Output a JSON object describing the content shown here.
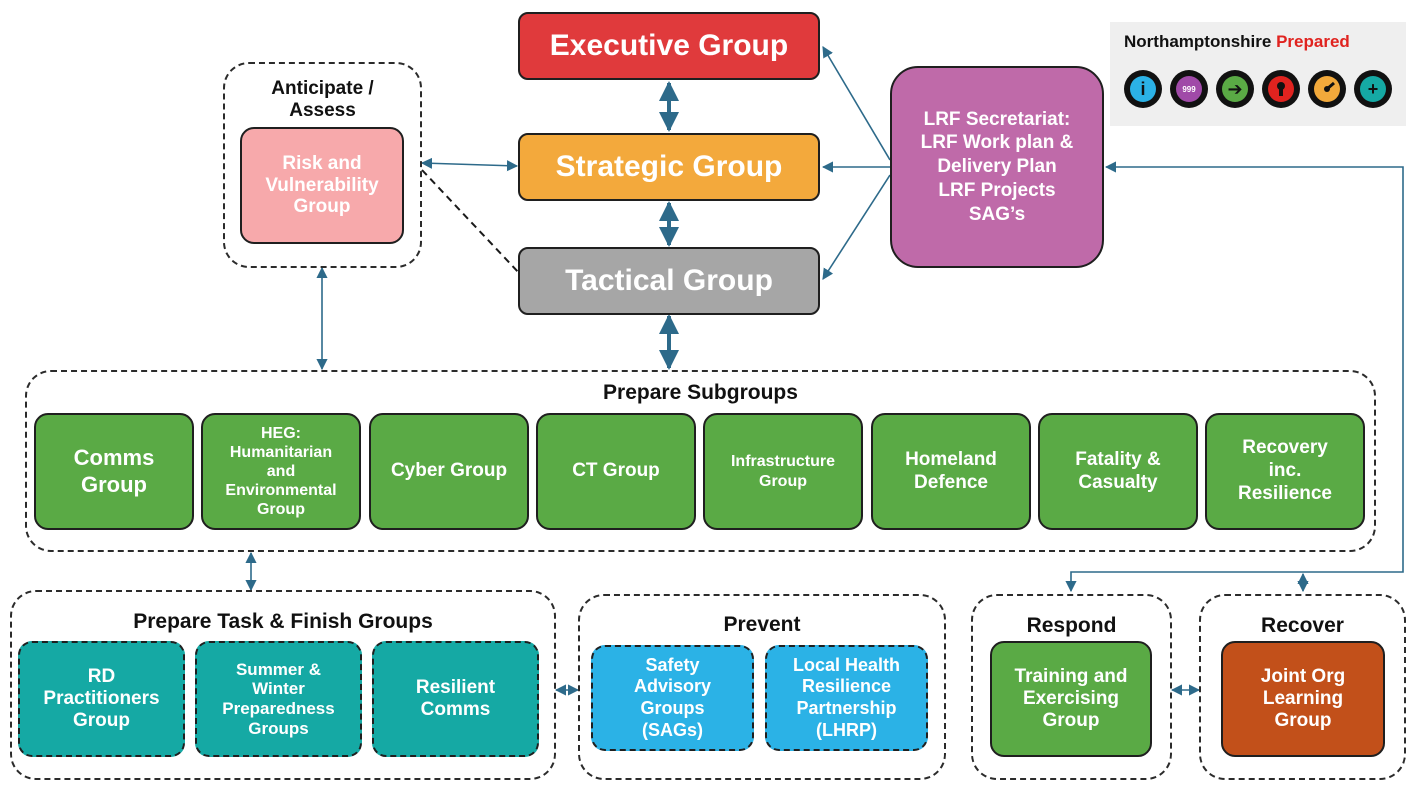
{
  "logo": {
    "name": "Northamptonshire",
    "accent": "Prepared",
    "icons": [
      {
        "name": "info-icon",
        "glyph": "i",
        "color": "#2bb2e6"
      },
      {
        "name": "emergency-999-icon",
        "glyph": "999",
        "color": "#a04aa8"
      },
      {
        "name": "arrow-right-icon",
        "glyph": "➔",
        "color": "#5aaa45"
      },
      {
        "name": "keyhole-icon",
        "glyph": "",
        "color": "#e0231f"
      },
      {
        "name": "gauge-icon",
        "glyph": "",
        "color": "#f2a93b"
      },
      {
        "name": "plus-icon",
        "glyph": "+",
        "color": "#15a9a4"
      }
    ]
  },
  "command": {
    "executive": "Executive Group",
    "strategic": "Strategic Group",
    "tactical": "Tactical Group"
  },
  "secretariat": "LRF Secretariat:\nLRF Work plan &\nDelivery Plan\nLRF Projects\nSAG’s",
  "anticipate": {
    "title": "Anticipate /\nAssess",
    "risk": "Risk and\nVulnerability\nGroup"
  },
  "prepare_subgroups": {
    "title": "Prepare Subgroups",
    "items": [
      "Comms\nGroup",
      "HEG:\nHumanitarian\nand\nEnvironmental\nGroup",
      "Cyber Group",
      "CT Group",
      "Infrastructure\nGroup",
      "Homeland\nDefence",
      "Fatality &\nCasualty",
      "Recovery\ninc.\nResilience"
    ]
  },
  "task_finish": {
    "title": "Prepare Task & Finish Groups",
    "items": [
      "RD\nPractitioners\nGroup",
      "Summer &\nWinter\nPreparedness\nGroups",
      "Resilient\nComms"
    ]
  },
  "prevent": {
    "title": "Prevent",
    "items": [
      "Safety\nAdvisory\nGroups\n(SAGs)",
      "Local Health\nResilience\nPartnership\n(LHRP)"
    ]
  },
  "respond": {
    "title": "Respond",
    "item": "Training and\nExercising\nGroup"
  },
  "recover": {
    "title": "Recover",
    "item": "Joint Org\nLearning\nGroup"
  },
  "colors": {
    "executive": "#e03a3c",
    "strategic": "#f3a93c",
    "tactical": "#a6a6a6",
    "secretariat": "#bf6aa9",
    "risk": "#f7a9ab",
    "risk_text": "#ffffff",
    "green": "#5aaa45",
    "teal": "#15a9a4",
    "blue": "#2bb2e6",
    "recover": "#c2501a",
    "connector": "#2d6a8a"
  }
}
